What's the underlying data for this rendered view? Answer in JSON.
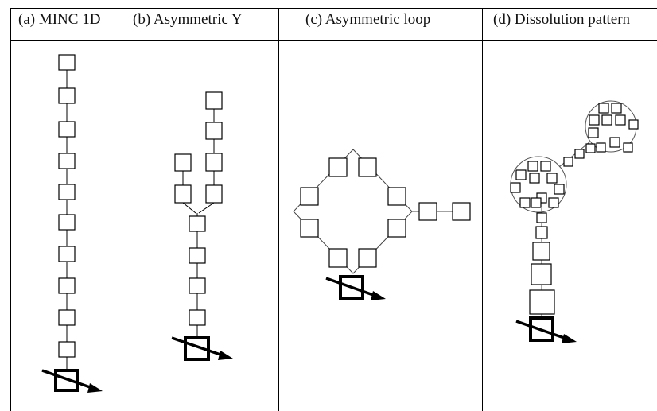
{
  "panels": [
    {
      "title": "(a) MINC 1D"
    },
    {
      "title": "(b) Asymmetric Y"
    },
    {
      "title": "(c) Asymmetric loop"
    },
    {
      "title": "(d) Dissolution pattern"
    }
  ]
}
